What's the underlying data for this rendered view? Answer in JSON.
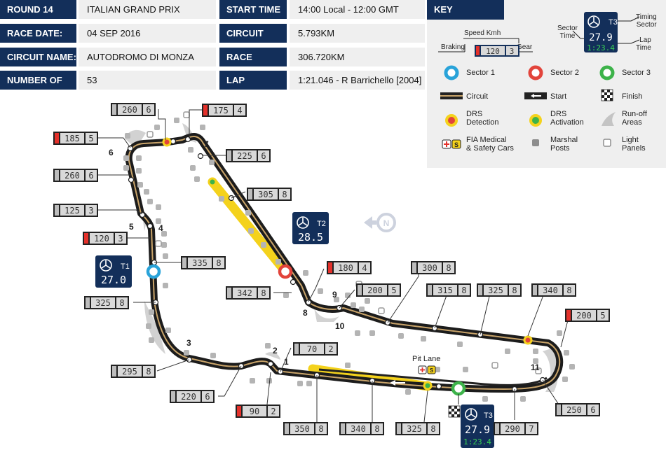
{
  "info": {
    "round_label": "ROUND 14",
    "round_value": "ITALIAN GRAND PRIX",
    "race_date_label": "RACE DATE:",
    "race_date_value": "04 SEP 2016",
    "circuit_name_label": "CIRCUIT NAME:",
    "circuit_name_value": "AUTODROMO DI MONZA",
    "laps_label": "NUMBER OF LAPS:",
    "laps_value": "53",
    "start_time_label": "START TIME",
    "start_time_value": "14:00 Local - 12:00 GMT",
    "length_label": "CIRCUIT LENGTH:",
    "length_value": "5.793KM",
    "distance_label": "RACE DISTANCE:",
    "distance_value": "306.720KM",
    "lap_record_label": "LAP RECORD:",
    "lap_record_value": "1:21.046 - R Barrichello [2004]"
  },
  "key": {
    "title": "KEY",
    "speed_kmh": "Speed Kmh",
    "braking": "Braking",
    "gear": "Gear",
    "sample_speed": "120",
    "sample_gear": "3",
    "sector_time": "Sector\nTime",
    "timing_sector": "Timing\nSector",
    "lap_time": "Lap\nTime",
    "sample_sector": "T3",
    "sample_sector_time": "27.9",
    "sample_lap_time": "1:23.4",
    "sector1": "Sector 1",
    "sector2": "Sector 2",
    "sector3": "Sector 3",
    "circuit": "Circuit",
    "start": "Start",
    "finish": "Finish",
    "drs_detection": "DRS\nDetection",
    "drs_activation": "DRS\nActivation",
    "runoff": "Run-off\nAreas",
    "fia_medical": "FIA Medical\n& Safety Cars",
    "marshal": "Marshal\nPosts",
    "light_panels": "Light\nPanels"
  },
  "sectors": [
    {
      "id": "T1",
      "time": "27.0"
    },
    {
      "id": "T2",
      "time": "28.5"
    },
    {
      "id": "T3",
      "time": "27.9",
      "lap": "1:23.4"
    }
  ],
  "pit_lane": "Pit Lane",
  "speed_boxes": [
    {
      "speed": "260",
      "gear": "6",
      "braking": false
    },
    {
      "speed": "175",
      "gear": "4",
      "braking": true
    },
    {
      "speed": "185",
      "gear": "5",
      "braking": true
    },
    {
      "speed": "225",
      "gear": "6",
      "braking": false
    },
    {
      "speed": "260",
      "gear": "6",
      "braking": false
    },
    {
      "speed": "305",
      "gear": "8",
      "braking": false
    },
    {
      "speed": "125",
      "gear": "3",
      "braking": false
    },
    {
      "speed": "120",
      "gear": "3",
      "braking": true
    },
    {
      "speed": "335",
      "gear": "8",
      "braking": false
    },
    {
      "speed": "180",
      "gear": "4",
      "braking": true
    },
    {
      "speed": "300",
      "gear": "8",
      "braking": false
    },
    {
      "speed": "342",
      "gear": "8",
      "braking": false
    },
    {
      "speed": "200",
      "gear": "5",
      "braking": false
    },
    {
      "speed": "315",
      "gear": "8",
      "braking": false
    },
    {
      "speed": "325",
      "gear": "8",
      "braking": false
    },
    {
      "speed": "340",
      "gear": "8",
      "braking": false
    },
    {
      "speed": "325",
      "gear": "8",
      "braking": false
    },
    {
      "speed": "200",
      "gear": "5",
      "braking": true
    },
    {
      "speed": "70",
      "gear": "2",
      "braking": false
    },
    {
      "speed": "295",
      "gear": "8",
      "braking": false
    },
    {
      "speed": "220",
      "gear": "6",
      "braking": false
    },
    {
      "speed": "90",
      "gear": "2",
      "braking": true
    },
    {
      "speed": "350",
      "gear": "8",
      "braking": false
    },
    {
      "speed": "340",
      "gear": "8",
      "braking": false
    },
    {
      "speed": "325",
      "gear": "8",
      "braking": false
    },
    {
      "speed": "290",
      "gear": "7",
      "braking": false
    },
    {
      "speed": "250",
      "gear": "6",
      "braking": false
    }
  ],
  "turns": [
    "1",
    "2",
    "3",
    "4",
    "5",
    "6",
    "7",
    "8",
    "9",
    "10",
    "11"
  ],
  "colors": {
    "navy": "#132f5a",
    "sector1": "#29a3d9",
    "sector2": "#e2443b",
    "sector3": "#3db34a",
    "drs": "#f4d21c",
    "braking": "#e4312b",
    "track": "#222222",
    "gold": "#c9a46a"
  }
}
